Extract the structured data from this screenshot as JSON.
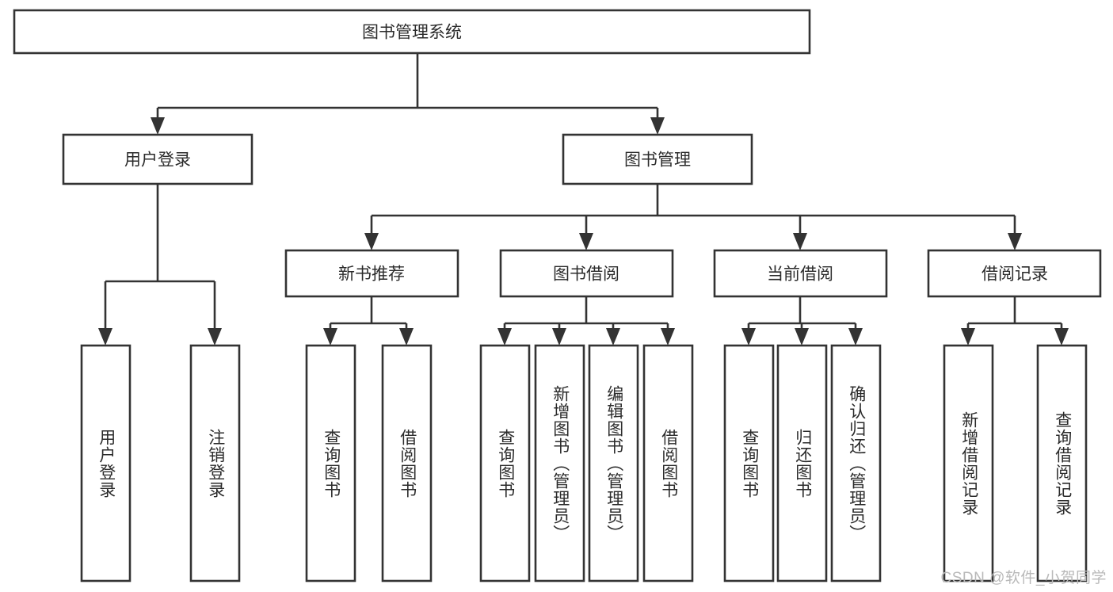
{
  "diagram": {
    "title": "图书管理系统",
    "type": "tree-hierarchy",
    "watermark": "CSDN @软件_小贺同学",
    "colors": {
      "stroke": "#333333",
      "box_fill": "#ffffff",
      "text": "#2b2b2b",
      "watermark": "#b9b9b9",
      "background": "#ffffff"
    },
    "levels": {
      "root": {
        "label": "图书管理系统"
      },
      "level2": [
        {
          "id": "user-login",
          "label": "用户登录"
        },
        {
          "id": "book-management",
          "label": "图书管理"
        }
      ],
      "level3": [
        {
          "id": "new-book-recommend",
          "label": "新书推荐",
          "parent": "book-management"
        },
        {
          "id": "book-borrow",
          "label": "图书借阅",
          "parent": "book-management"
        },
        {
          "id": "current-borrow",
          "label": "当前借阅",
          "parent": "book-management"
        },
        {
          "id": "borrow-record",
          "label": "借阅记录",
          "parent": "book-management"
        }
      ],
      "leaves": [
        {
          "id": "leaf-user-login",
          "label": "用户登录",
          "parent": "user-login"
        },
        {
          "id": "leaf-logout-login",
          "label": "注销登录",
          "parent": "user-login"
        },
        {
          "id": "leaf-query-book-1",
          "label": "查询图书",
          "parent": "new-book-recommend"
        },
        {
          "id": "leaf-borrow-book-1",
          "label": "借阅图书",
          "parent": "new-book-recommend"
        },
        {
          "id": "leaf-query-book-2",
          "label": "查询图书",
          "parent": "book-borrow"
        },
        {
          "id": "leaf-add-book-admin",
          "label": "新增图书（管理员）",
          "parent": "book-borrow"
        },
        {
          "id": "leaf-edit-book-admin",
          "label": "编辑图书（管理员）",
          "parent": "book-borrow"
        },
        {
          "id": "leaf-borrow-book-2",
          "label": "借阅图书",
          "parent": "book-borrow"
        },
        {
          "id": "leaf-query-book-3",
          "label": "查询图书",
          "parent": "current-borrow"
        },
        {
          "id": "leaf-return-book",
          "label": "归还图书",
          "parent": "current-borrow"
        },
        {
          "id": "leaf-confirm-return-admin",
          "label": "确认归还（管理员）",
          "parent": "current-borrow"
        },
        {
          "id": "leaf-add-borrow-record",
          "label": "新增借阅记录",
          "parent": "borrow-record"
        },
        {
          "id": "leaf-query-borrow-record",
          "label": "查询借阅记录",
          "parent": "borrow-record"
        }
      ]
    }
  }
}
